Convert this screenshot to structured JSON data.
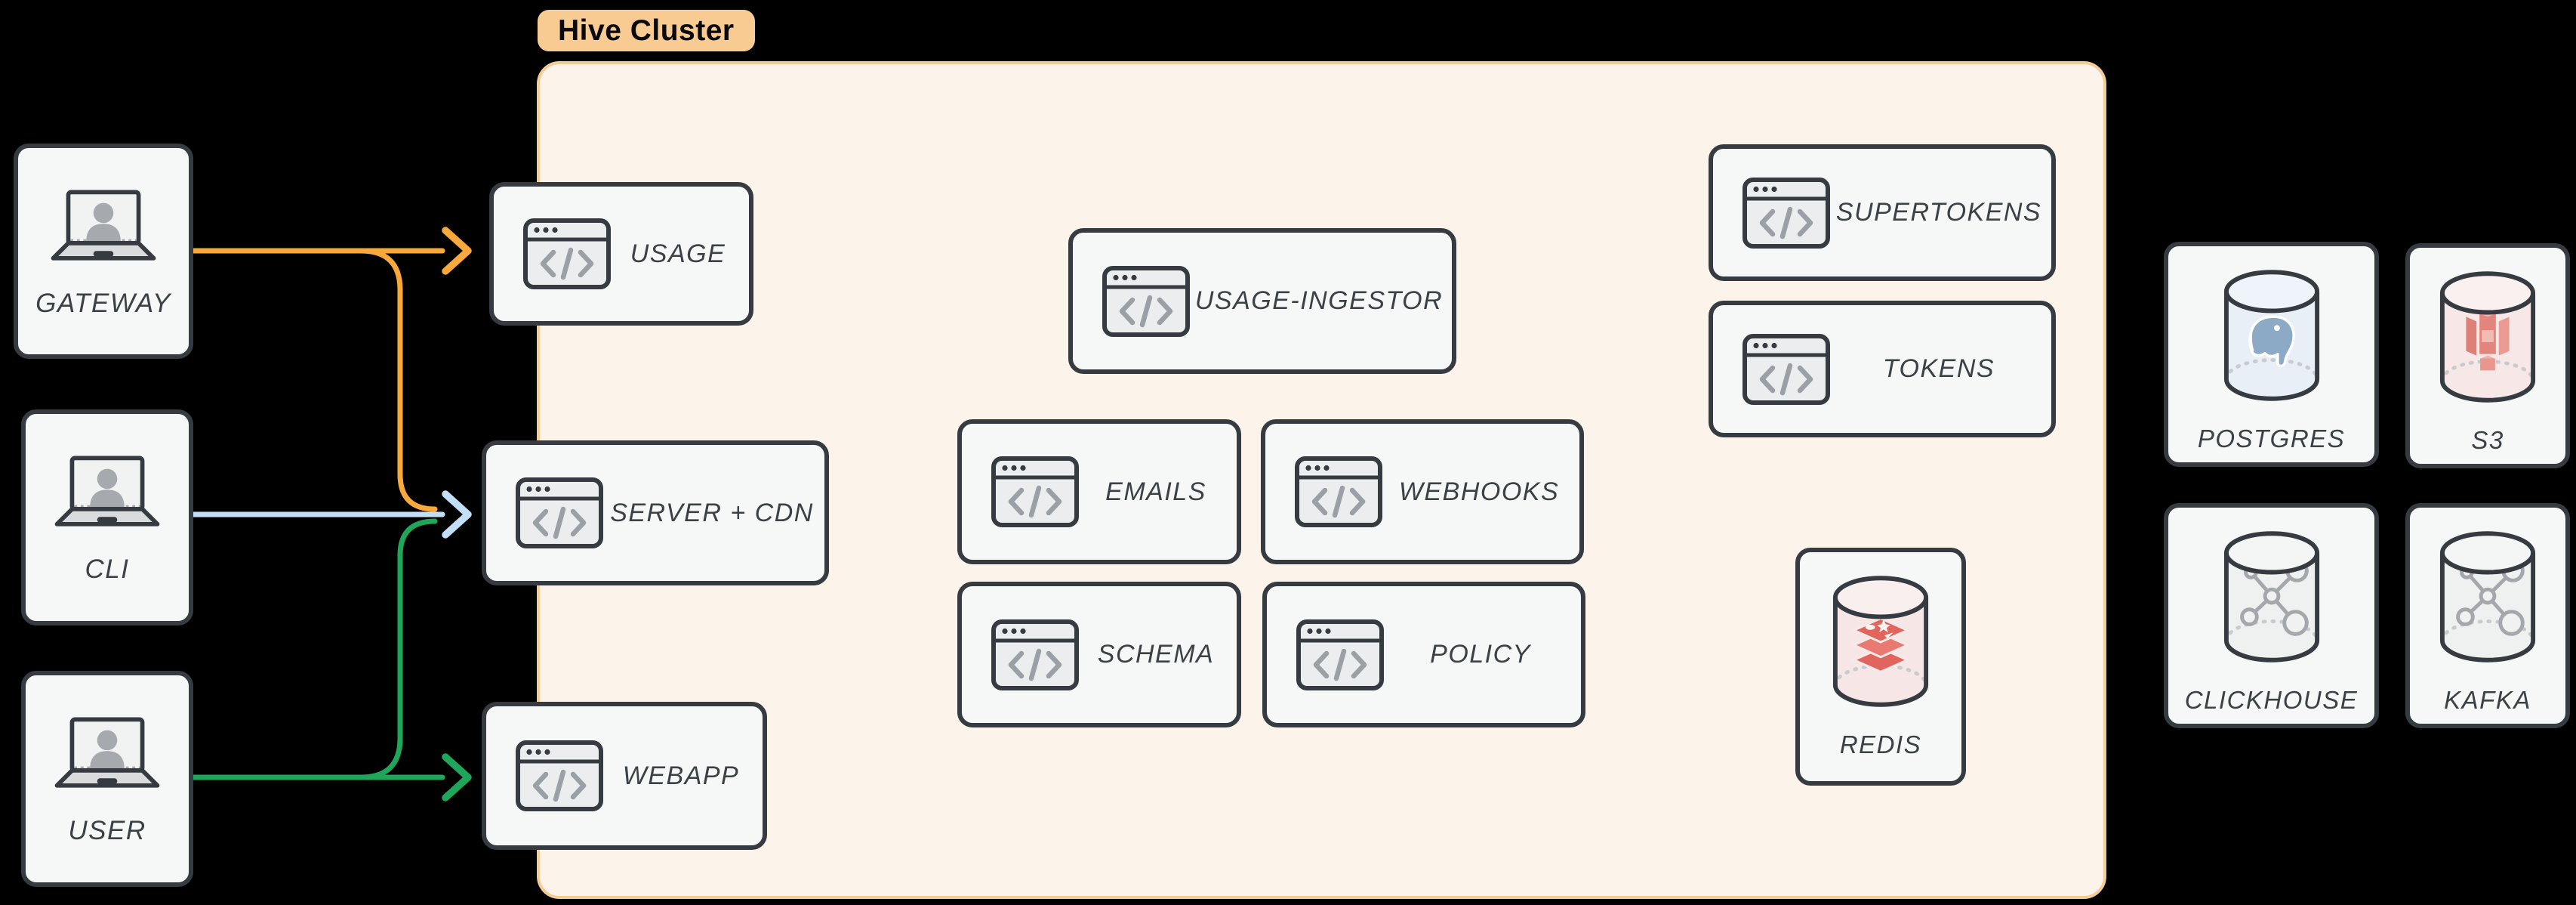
{
  "cluster_label": "Hive Cluster",
  "nodes": [
    {
      "id": "gateway",
      "label": "GATEWAY",
      "icon": "laptop-user-icon",
      "kind": "actor"
    },
    {
      "id": "cli",
      "label": "CLI",
      "icon": "laptop-user-icon",
      "kind": "actor"
    },
    {
      "id": "user",
      "label": "USER",
      "icon": "laptop-user-icon",
      "kind": "actor"
    },
    {
      "id": "usage",
      "label": "USAGE",
      "icon": "code-window-icon",
      "kind": "service"
    },
    {
      "id": "server-cdn",
      "label": "SERVER + CDN",
      "icon": "code-window-icon",
      "kind": "service"
    },
    {
      "id": "webapp",
      "label": "WEBAPP",
      "icon": "code-window-icon",
      "kind": "service"
    },
    {
      "id": "usage-ingestor",
      "label": "USAGE-INGESTOR",
      "icon": "code-window-icon",
      "kind": "service"
    },
    {
      "id": "emails",
      "label": "EMAILS",
      "icon": "code-window-icon",
      "kind": "service"
    },
    {
      "id": "webhooks",
      "label": "WEBHOOKS",
      "icon": "code-window-icon",
      "kind": "service"
    },
    {
      "id": "schema",
      "label": "SCHEMA",
      "icon": "code-window-icon",
      "kind": "service"
    },
    {
      "id": "policy",
      "label": "POLICY",
      "icon": "code-window-icon",
      "kind": "service"
    },
    {
      "id": "supertokens",
      "label": "SUPERTOKENS",
      "icon": "code-window-icon",
      "kind": "service"
    },
    {
      "id": "tokens",
      "label": "TOKENS",
      "icon": "code-window-icon",
      "kind": "service"
    },
    {
      "id": "redis",
      "label": "REDIS",
      "icon": "redis-database-icon",
      "kind": "db"
    },
    {
      "id": "postgres",
      "label": "POSTGRES",
      "icon": "postgres-database-icon",
      "kind": "db"
    },
    {
      "id": "s3",
      "label": "S3",
      "icon": "s3-database-icon",
      "kind": "db"
    },
    {
      "id": "clickhouse",
      "label": "CLICKHOUSE",
      "icon": "network-database-icon",
      "kind": "db"
    },
    {
      "id": "kafka",
      "label": "KAFKA",
      "icon": "network-database-icon",
      "kind": "db"
    }
  ],
  "connections": [
    {
      "from": "GATEWAY",
      "to": "USAGE",
      "color": "#F9A83C"
    },
    {
      "from": "GATEWAY",
      "to": "SERVER + CDN",
      "color": "#F9A83C"
    },
    {
      "from": "CLI",
      "to": "SERVER + CDN",
      "color": "#C3DFF8"
    },
    {
      "from": "USER",
      "to": "SERVER + CDN",
      "color": "#1FA65A"
    },
    {
      "from": "USER",
      "to": "WEBAPP",
      "color": "#1FA65A"
    }
  ],
  "palette": {
    "background": "#000000",
    "node_fill": "#F6F8F8",
    "node_border": "#363B41",
    "label_text": "#3C4146",
    "cluster_fill": "#FCF3EA",
    "cluster_border": "#F4CD96",
    "cluster_label_bg": "#F8CB92",
    "cluster_label_text": "#0A0A0A",
    "icon_gray": "#9AA0A5",
    "icon_window_fill": "#ECEDEE",
    "arrow_orange": "#F9A83C",
    "arrow_blue": "#C3DFF8",
    "arrow_green": "#1FA65A",
    "postgres_blue": "#8CA9C6",
    "redis_red": "#E2655D",
    "s3_salmon": "#E4857D",
    "network_gray": "#A4A8AC"
  }
}
